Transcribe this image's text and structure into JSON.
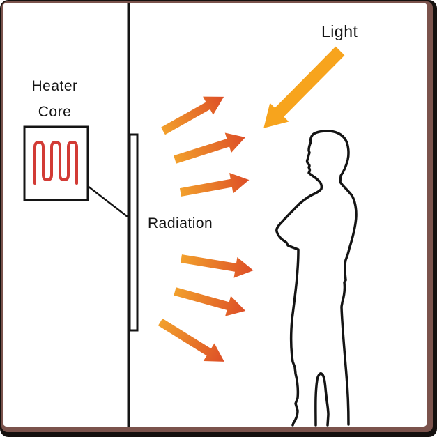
{
  "labels": {
    "heater_core": {
      "line1": "Heater",
      "line2": "Core"
    },
    "radiation": "Radiation",
    "light": "Light"
  },
  "colors": {
    "frame_outer": "#14100e",
    "frame_inner_mat": "#7b534c",
    "background": "#ffffff",
    "outline_black": "#141414",
    "heater_coil_red": "#d23b35",
    "light_arrow_orange": "#f7a41d",
    "radiation_arrow_tail": "#f2a02c",
    "radiation_arrow_head": "#dd4e27"
  },
  "figures": {
    "heater_core_icon": "zoomed detail box showing red serpentine heating coil",
    "heater_panel": "flat radiant panel mounted on wall",
    "person": "man standing in profile, arms crossed, facing the heater",
    "radiation_arrow_count": 6,
    "light_arrow_count": 1
  }
}
